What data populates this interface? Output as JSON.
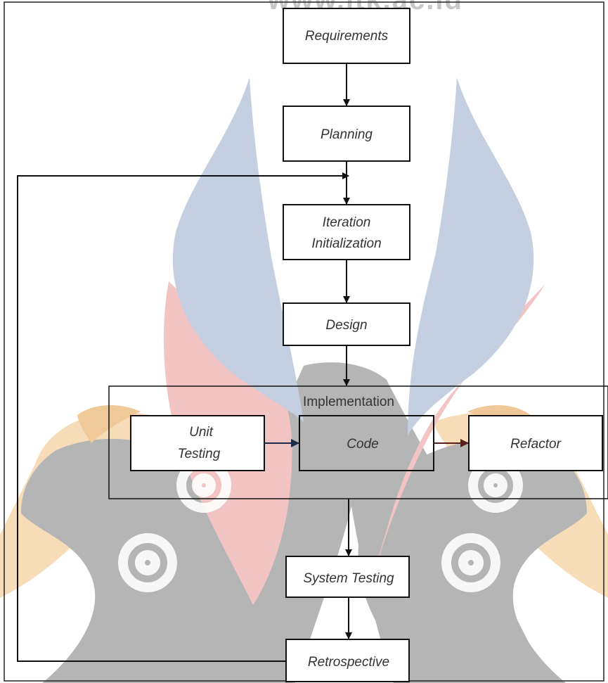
{
  "watermark": {
    "text": "www.itk.ac.id"
  },
  "diagram": {
    "requirements": "Requirements",
    "planning": "Planning",
    "iteration_line1": "Iteration",
    "iteration_line2": "Initialization",
    "design": "Design",
    "implementation": "Implementation",
    "unit_line1": "Unit",
    "unit_line2": "Testing",
    "code": "Code",
    "refactor": "Refactor",
    "system_testing": "System Testing",
    "retrospective": "Retrospective"
  },
  "colors": {
    "watermark_blue": "#c5cfe2",
    "watermark_red": "#f2c4c4",
    "watermark_gray": "#b5b5b5",
    "watermark_orange": "#f6ddb8",
    "line": "#111111",
    "arrow_dark_red": "#5a1e1e",
    "arrow_dark_blue": "#1c2a48"
  }
}
